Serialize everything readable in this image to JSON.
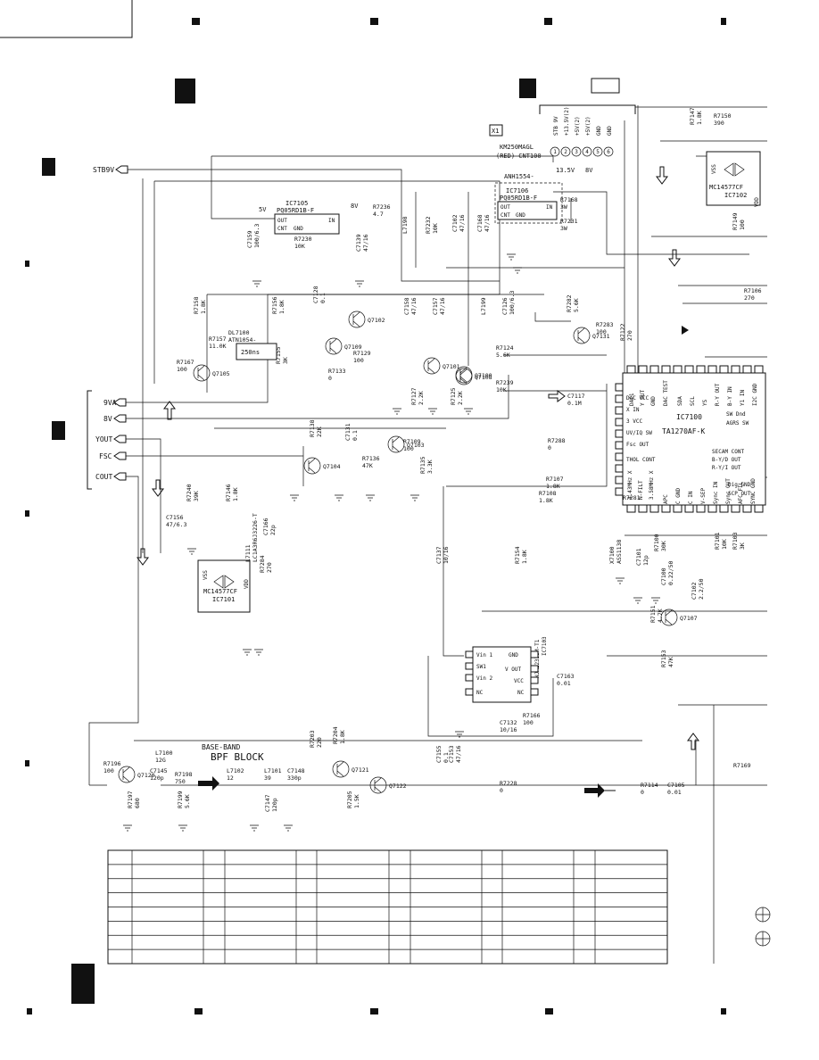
{
  "sheet": {
    "side_labels": [
      "9VA",
      "8V",
      "YOUT",
      "FSC",
      "COUT"
    ],
    "stb_label": "STB9V"
  },
  "connector": {
    "name": "X1",
    "part": "KM250MAGL",
    "ref": "(RED) CNT100",
    "pins": [
      "STB 9V",
      "+13.5V(2)",
      "+5V(2)",
      "+5V(2)",
      "GND",
      "GND"
    ],
    "pin_numbers": [
      "1",
      "2",
      "3",
      "4",
      "5",
      "6"
    ],
    "rail_labels": [
      "13.5V",
      "8V"
    ]
  },
  "regulators": [
    {
      "ref": "IC7105",
      "part": "PQ05RD1B-F",
      "in_label": "5V",
      "out_label": "8V",
      "pins": [
        "OUT",
        "IN",
        "CNT",
        "GND"
      ]
    },
    {
      "ref": "IC7106",
      "part": "PQ05RD1B-F",
      "note": "ANH1554-",
      "pins": [
        "OUT",
        "IN",
        "CNT",
        "GND"
      ]
    }
  ],
  "ics": [
    {
      "ref": "IC7101",
      "part": "MC14577CF",
      "pins": [
        "VSS",
        "VDD"
      ]
    },
    {
      "ref": "IC7102",
      "part": "MC14577CF",
      "pins": [
        "VSS",
        "VDD"
      ]
    },
    {
      "ref": "IC7103",
      "part": "NJM2233BM-T1",
      "pins_left": [
        "Vin 1",
        "SW1",
        "Vin 2",
        "NC"
      ],
      "pins_right": [
        "GND",
        "V OUT",
        "VCC",
        "NC"
      ]
    },
    {
      "ref": "IC7100",
      "part": "TA1270AF-K",
      "top_pins": [
        "DAC1",
        "Y OUT",
        "GND",
        "DAC TEST",
        "SDA",
        "SCL",
        "YS",
        "R-Y OUT",
        "B-Y IN",
        "Y1 IN",
        "I2C GND"
      ],
      "left_pins": [
        "DAC VCC",
        "X IN",
        "3 VCC",
        "UV/IQ SW",
        "Fsc OUT",
        "THOL CONT",
        "4.43MHz X",
        "N-FILT",
        "3.58MHz X"
      ],
      "right_pins": [
        "SW Dnd",
        "AGRS SW",
        "SECAM CONT",
        "B-Y/D OUT",
        "R-Y/I OUT",
        "Dig GND",
        "SCP OUT"
      ],
      "bottom_pins": [
        "APC",
        "C GND",
        "C IN",
        "V-SEP",
        "Sync IN",
        "Sync OUT",
        "AFC FIL",
        "SYNC GND"
      ]
    }
  ],
  "transistors": [
    "Q7105",
    "Q7102",
    "Q7109",
    "Q7108",
    "Q7101",
    "Q7100",
    "Q7103",
    "Q7104",
    "Q7131",
    "Q7107",
    "Q7120",
    "Q7121",
    "Q7122"
  ],
  "components": [
    {
      "ref": "R7236",
      "val": "4.7"
    },
    {
      "ref": "R7230",
      "val": "10K"
    },
    {
      "ref": "C7159",
      "val": "100/6.3"
    },
    {
      "ref": "C7139",
      "val": "47/16"
    },
    {
      "ref": "L7198",
      "val": ""
    },
    {
      "ref": "R7232",
      "val": "10K"
    },
    {
      "ref": "C7102",
      "val": "47/16"
    },
    {
      "ref": "C7168",
      "val": "47/16"
    },
    {
      "ref": "R7168",
      "val": "3W"
    },
    {
      "ref": "R7231",
      "val": "3W"
    },
    {
      "ref": "R7158",
      "val": "1.8K"
    },
    {
      "ref": "R7157",
      "val": "11.0K"
    },
    {
      "ref": "R7167",
      "val": "100"
    },
    {
      "ref": "DL7100",
      "val": "ATN1054-"
    },
    {
      "ref": "R7156",
      "val": "1.8K"
    },
    {
      "ref": "R7155",
      "val": "3K"
    },
    {
      "ref": "C7128",
      "val": "0.1"
    },
    {
      "ref": "R7133",
      "val": "0"
    },
    {
      "ref": "R7129",
      "val": "100"
    },
    {
      "ref": "C7158",
      "val": "47/16"
    },
    {
      "ref": "C7157",
      "val": "47/16"
    },
    {
      "ref": "L7199",
      "val": ""
    },
    {
      "ref": "C7126",
      "val": "100/6.3"
    },
    {
      "ref": "R7124",
      "val": "5.6K"
    },
    {
      "ref": "R7239",
      "val": "10K"
    },
    {
      "ref": "R7282",
      "val": "5.6K"
    },
    {
      "ref": "R7283",
      "val": "100"
    },
    {
      "ref": "R7122",
      "val": "270"
    },
    {
      "ref": "C7117",
      "val": "0.1M"
    },
    {
      "ref": "R7127",
      "val": "2.2K"
    },
    {
      "ref": "R7125",
      "val": "2.2K"
    },
    {
      "ref": "R7138",
      "val": "22K"
    },
    {
      "ref": "C7131",
      "val": "0.1"
    },
    {
      "ref": "R7136",
      "val": "47K"
    },
    {
      "ref": "R7109",
      "val": "100"
    },
    {
      "ref": "R7135",
      "val": "3.3K"
    },
    {
      "ref": "R7288",
      "val": "0"
    },
    {
      "ref": "R7107",
      "val": "1.8K"
    },
    {
      "ref": "R7108",
      "val": "1.8K"
    },
    {
      "ref": "C7156",
      "val": "47/6.3"
    },
    {
      "ref": "R7240",
      "val": "39K"
    },
    {
      "ref": "R7146",
      "val": "1.8K"
    },
    {
      "ref": "L7111",
      "val": "LC1A3R6J3226-T"
    },
    {
      "ref": "C7166",
      "val": "22p"
    },
    {
      "ref": "R7284",
      "val": "270"
    },
    {
      "ref": "C7137",
      "val": "10/16"
    },
    {
      "ref": "R7154",
      "val": "1.8K"
    },
    {
      "ref": "X7100",
      "val": "ASS1138"
    },
    {
      "ref": "R7281",
      "val": ""
    },
    {
      "ref": "C7101",
      "val": "12p"
    },
    {
      "ref": "R7100",
      "val": "30K"
    },
    {
      "ref": "C7100",
      "val": "0.22/50"
    },
    {
      "ref": "R7101",
      "val": "10K"
    },
    {
      "ref": "R7103",
      "val": "3K"
    },
    {
      "ref": "C7102",
      "val": "2.2/50"
    },
    {
      "ref": "R7151",
      "val": "4.7K"
    },
    {
      "ref": "R7153",
      "val": "47K"
    },
    {
      "ref": "C7163",
      "val": "0.01"
    },
    {
      "ref": "C7132",
      "val": "10/16"
    },
    {
      "ref": "R7166",
      "val": "100"
    },
    {
      "ref": "L7100",
      "val": "12G"
    },
    {
      "ref": "R7196",
      "val": "100"
    },
    {
      "ref": "R7197",
      "val": "680"
    },
    {
      "ref": "C7145",
      "val": "120p"
    },
    {
      "ref": "R7198",
      "val": "750"
    },
    {
      "ref": "R7199",
      "val": "5.6K"
    },
    {
      "ref": "L7102",
      "val": "12"
    },
    {
      "ref": "L7101",
      "val": "39"
    },
    {
      "ref": "C7148",
      "val": "330p"
    },
    {
      "ref": "C7147",
      "val": "120p"
    },
    {
      "ref": "R7203",
      "val": "220"
    },
    {
      "ref": "R7204",
      "val": "1.8K"
    },
    {
      "ref": "R7205",
      "val": "1.5K"
    },
    {
      "ref": "R7228",
      "val": "0"
    },
    {
      "ref": "R7114",
      "val": "0"
    },
    {
      "ref": "C7105",
      "val": "0.01"
    },
    {
      "ref": "C7155",
      "val": "0.1"
    },
    {
      "ref": "C7153",
      "val": "47/16"
    },
    {
      "ref": "R7169",
      "val": ""
    },
    {
      "ref": "R7150",
      "val": "390"
    },
    {
      "ref": "R7147",
      "val": "1.8K"
    },
    {
      "ref": "R7106",
      "val": "270"
    },
    {
      "ref": "R7149",
      "val": "100"
    }
  ],
  "blocks": {
    "delay": "250ns",
    "base_band": "BASE-BAND",
    "bpf": "BPF BLOCK"
  },
  "table": {
    "rows": 8,
    "cols": 12
  }
}
